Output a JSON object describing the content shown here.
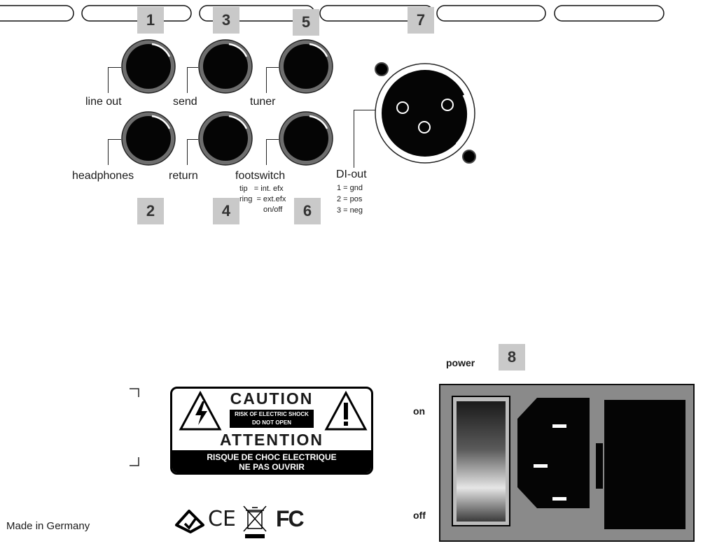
{
  "badges": [
    "1",
    "2",
    "3",
    "4",
    "5",
    "6",
    "7",
    "8"
  ],
  "jacks": {
    "line_out": "line out",
    "send": "send",
    "tuner": "tuner",
    "headphones": "headphones",
    "return": "return",
    "footswitch": "footswitch"
  },
  "footswitch_notes": [
    "tip   = int. efx",
    "ring  = ext.efx",
    "on/off"
  ],
  "di": {
    "label": "DI-out",
    "pins": [
      "1 = gnd",
      "2 = pos",
      "3 = neg"
    ]
  },
  "power": {
    "label": "power",
    "on": "on",
    "off": "off"
  },
  "caution": {
    "top": "CAUTION",
    "risk_line1": "RISK OF ELECTRIC SHOCK",
    "risk_line2": "DO NOT OPEN",
    "attention": "ATTENTION",
    "fr_line1": "RISQUE DE CHOC ELECTRIQUE",
    "fr_line2": "NE PAS OUVRIR"
  },
  "certifications": {
    "ce": "CE",
    "fcc": "FC"
  },
  "made_in": "Made in Germany",
  "colors": {
    "badge_bg": "#c9c9c9",
    "jack": "#050505",
    "panel": "#8a8a8a"
  }
}
